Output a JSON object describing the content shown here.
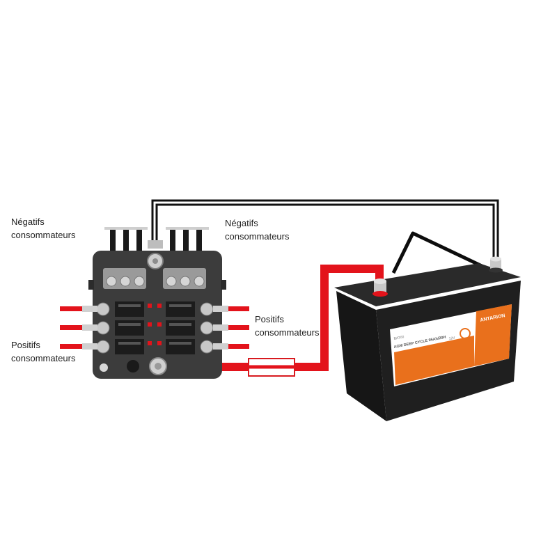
{
  "labels": {
    "neg_left": {
      "line1": "Négatifs",
      "line2": "consommateurs"
    },
    "neg_right": {
      "line1": "Négatifs",
      "line2": "consommateurs"
    },
    "pos_left": {
      "line1": "Positifs",
      "line2": "consommateurs"
    },
    "pos_right": {
      "line1": "Positifs",
      "line2": "consommateurs"
    }
  },
  "battery": {
    "brand": "ANTARION",
    "title": "AGM DEEP CYCLE 95Ah/20H",
    "ref": "BAT00",
    "voltage": "12V"
  },
  "colors": {
    "positive_wire": "#e3131b",
    "negative_wire": "#111111",
    "fuse_box": "#3c3c3c",
    "battery_body": "#1b1b1b",
    "battery_label": "#e9701c"
  }
}
